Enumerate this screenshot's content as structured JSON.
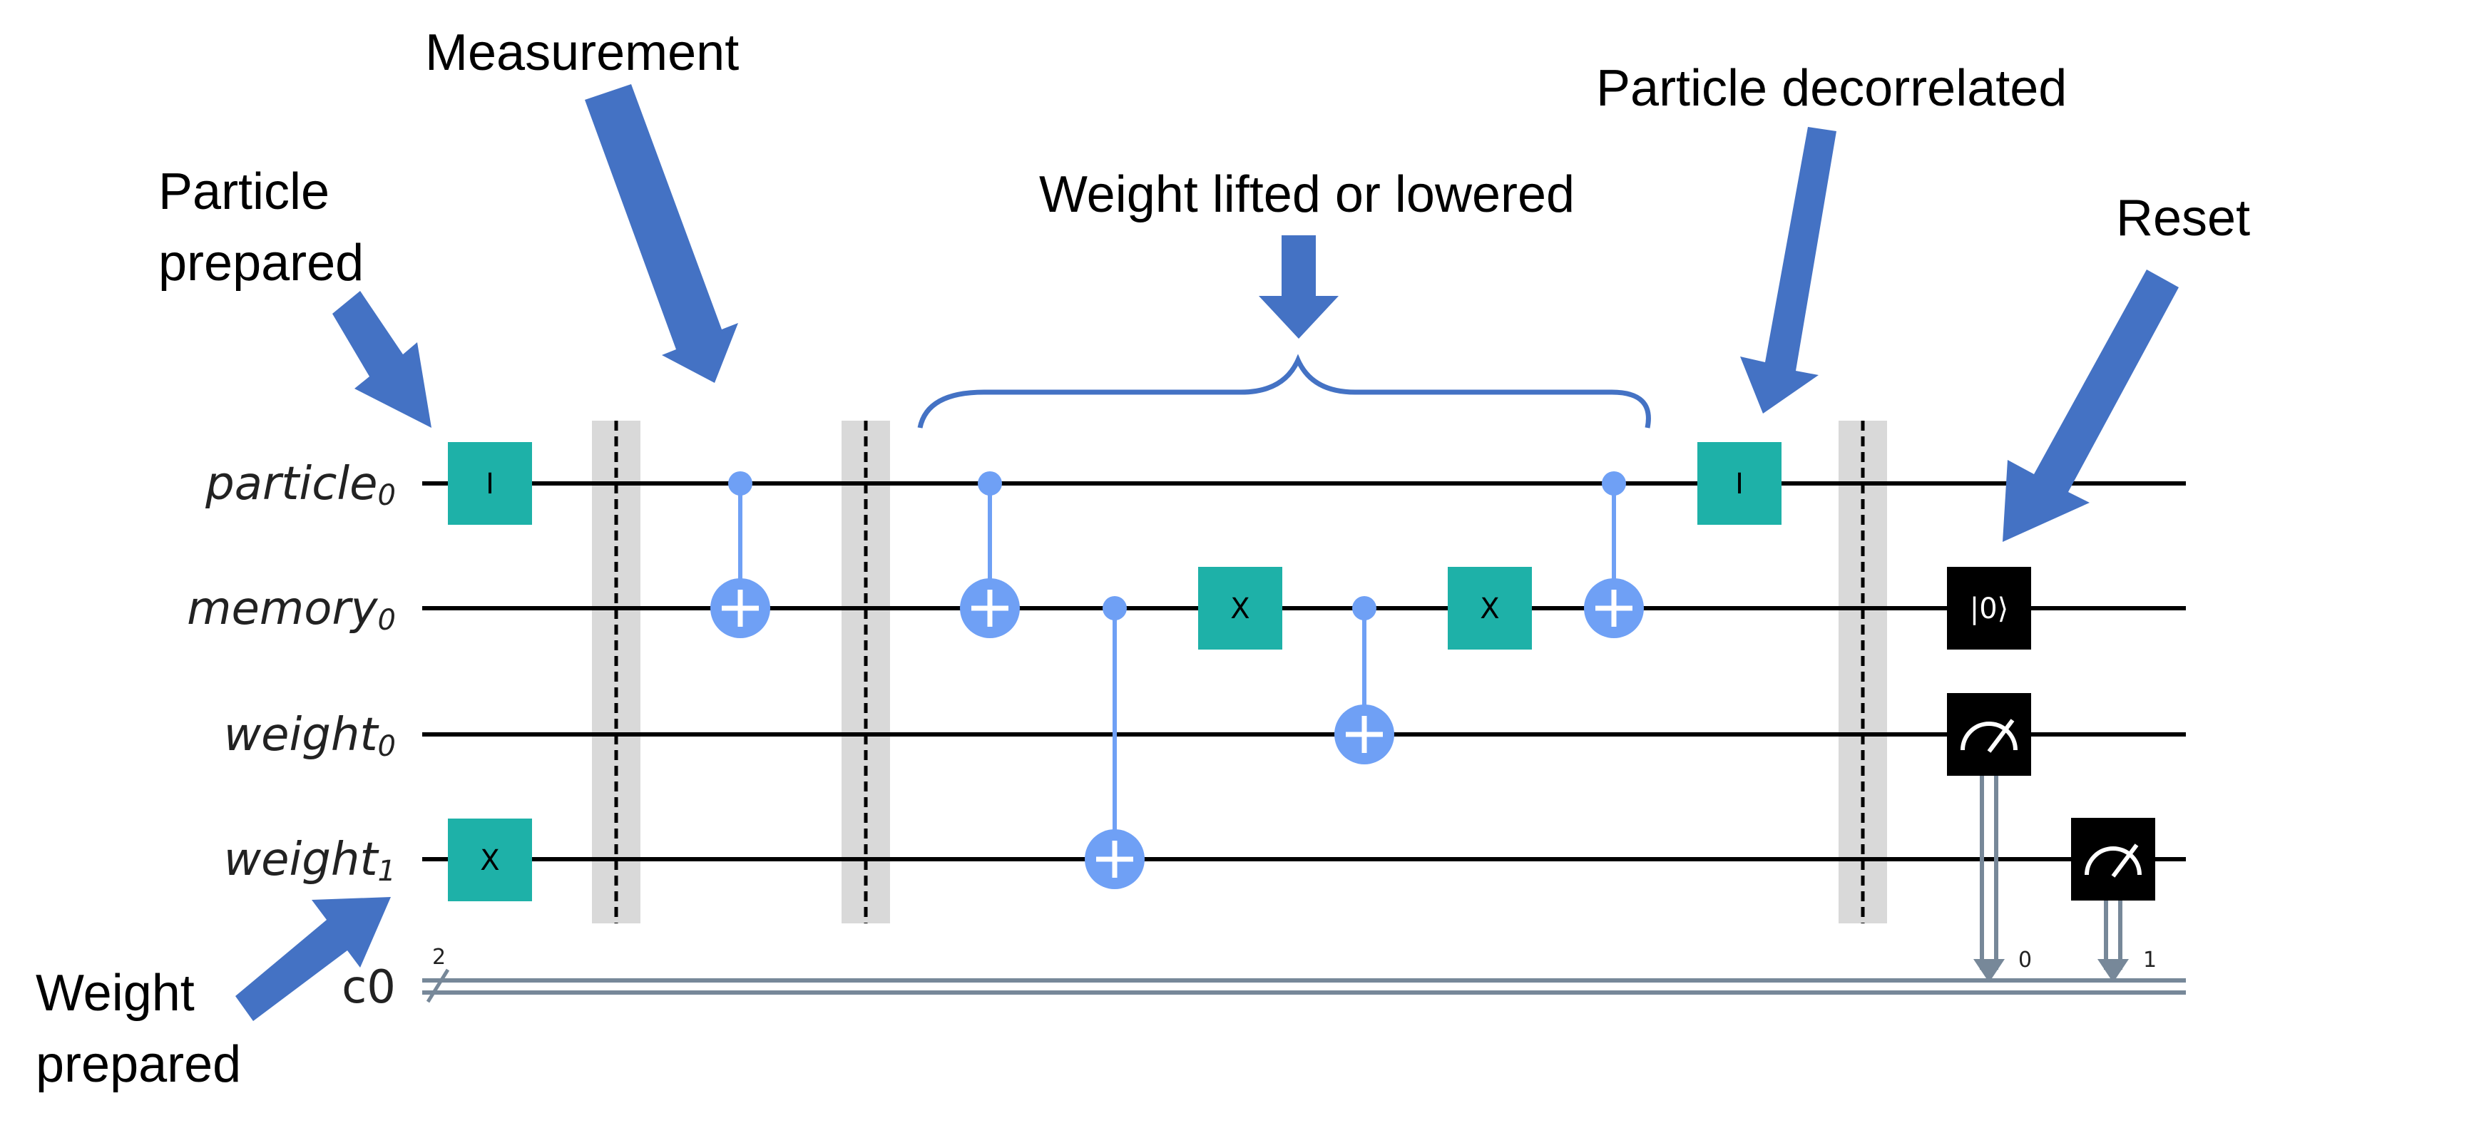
{
  "annotations": {
    "measurement": "Measurement",
    "particle_decorrelated": "Particle decorrelated",
    "particle_prepared_line1": "Particle",
    "particle_prepared_line2": "prepared",
    "weight_lifted_or_lowered": "Weight lifted or lowered",
    "reset": "Reset",
    "weight_prepared_line1": "Weight",
    "weight_prepared_line2": "prepared"
  },
  "circuit": {
    "qubit_labels": {
      "particle0_base": "particle",
      "particle0_sub": "0",
      "memory0_base": "memory",
      "memory0_sub": "0",
      "weight0_base": "weight",
      "weight0_sub": "0",
      "weight1_base": "weight",
      "weight1_sub": "1"
    },
    "classical_label": "c0",
    "classical_width": "2",
    "gates": {
      "particle_identity_1": "I",
      "particle_identity_2": "I",
      "weight1_x": "X",
      "memory_x_1": "X",
      "memory_x_2": "X",
      "reset": "|0⟩"
    },
    "measure_bits": {
      "bit0": "0",
      "bit1": "1"
    }
  },
  "colors": {
    "arrow": "#4472c4",
    "gate_teal": "#1eb1a8",
    "cnot_blue": "#6fa0f5",
    "barrier_gray": "#d9d9d9",
    "classical_wire": "#778899",
    "measure_black": "#000000"
  }
}
